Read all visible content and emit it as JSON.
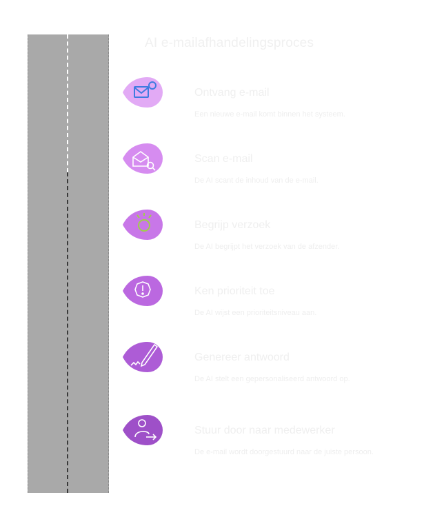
{
  "title": "AI e-mailafhandelingsproces",
  "steps": [
    {
      "title": "Ontvang e-mail",
      "description": "Een nieuwe e-mail komt binnen het systeem.",
      "icon": "envelope-notification-icon",
      "color": "#e2aaf5"
    },
    {
      "title": "Scan e-mail",
      "description": "De AI scant de inhoud van de e-mail.",
      "icon": "envelope-search-icon",
      "color": "#d68cf0"
    },
    {
      "title": "Begrijp verzoek",
      "description": "De AI begrijpt het verzoek van de afzender.",
      "icon": "lightbulb-idea-icon",
      "color": "#c877e8"
    },
    {
      "title": "Ken prioriteit toe",
      "description": "De AI wijst een prioriteitsniveau aan.",
      "icon": "priority-alert-icon",
      "color": "#bb68e0"
    },
    {
      "title": "Genereer antwoord",
      "description": "De AI stelt een gepersonaliseerd antwoord op.",
      "icon": "pen-write-icon",
      "color": "#ad5cd6"
    },
    {
      "title": "Stuur door naar medewerker",
      "description": "De e-mail wordt doorgestuurd naar de juiste persoon.",
      "icon": "user-forward-icon",
      "color": "#9e50c8"
    }
  ]
}
